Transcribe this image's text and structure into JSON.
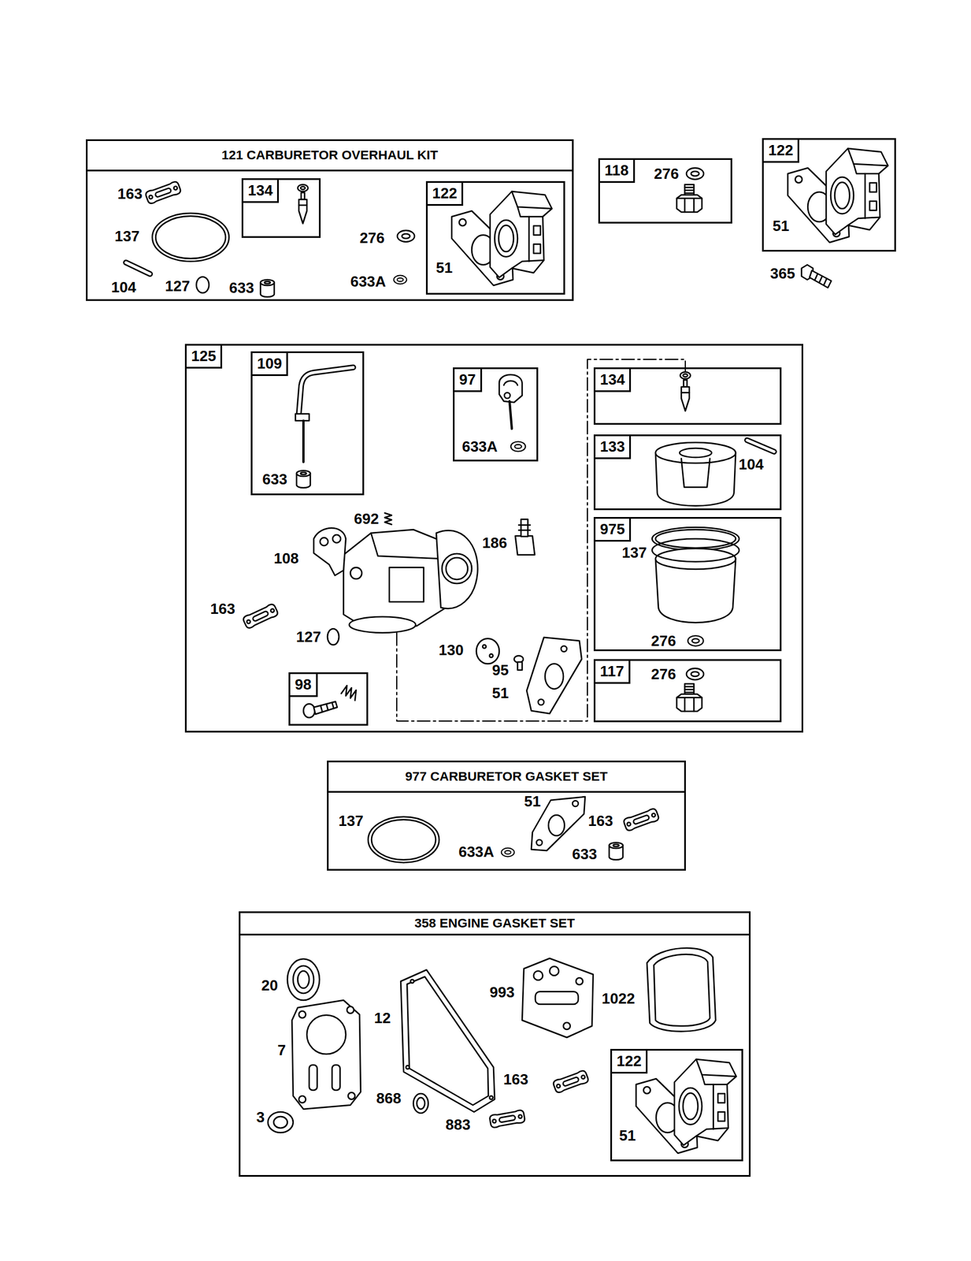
{
  "diagram": {
    "nodes": [
      {
        "text": [
          "121 CARBURETOR OVERHAUL KIT"
        ]
      },
      {
        "text": [
          "134"
        ],
        "in": 0
      },
      {
        "text": [
          "122"
        ],
        "in": 0
      },
      {
        "text": [
          "118"
        ]
      },
      {
        "text": [
          "122"
        ]
      },
      {
        "text": [
          "125"
        ]
      },
      {
        "text": [
          "109"
        ],
        "in": 5
      },
      {
        "text": [
          "97"
        ],
        "in": 5
      },
      {
        "text": [
          "134"
        ],
        "in": 5
      },
      {
        "text": [
          "133"
        ],
        "in": 5
      },
      {
        "text": [
          "975"
        ],
        "in": 5
      },
      {
        "text": [
          "98"
        ],
        "in": 5
      },
      {
        "text": [
          "117"
        ],
        "in": 5
      },
      {
        "text": [
          "977 CARBURETOR GASKET SET"
        ]
      },
      {
        "text": [
          "358 ENGINE GASKET SET"
        ]
      },
      {
        "text": [
          "122"
        ],
        "in": 14
      }
    ],
    "labels": [
      "163",
      "137",
      "104",
      "127",
      "633",
      "276",
      "633A",
      "51",
      "276",
      "51",
      "365",
      "633",
      "633A",
      "692",
      "108",
      "186",
      "163",
      "127",
      "130",
      "95",
      "51",
      "104",
      "137",
      "276",
      "276",
      "137",
      "51",
      "163",
      "633A",
      "633",
      "20",
      "12",
      "993",
      "1022",
      "7",
      "163",
      "868",
      "883",
      "3",
      "51"
    ]
  }
}
